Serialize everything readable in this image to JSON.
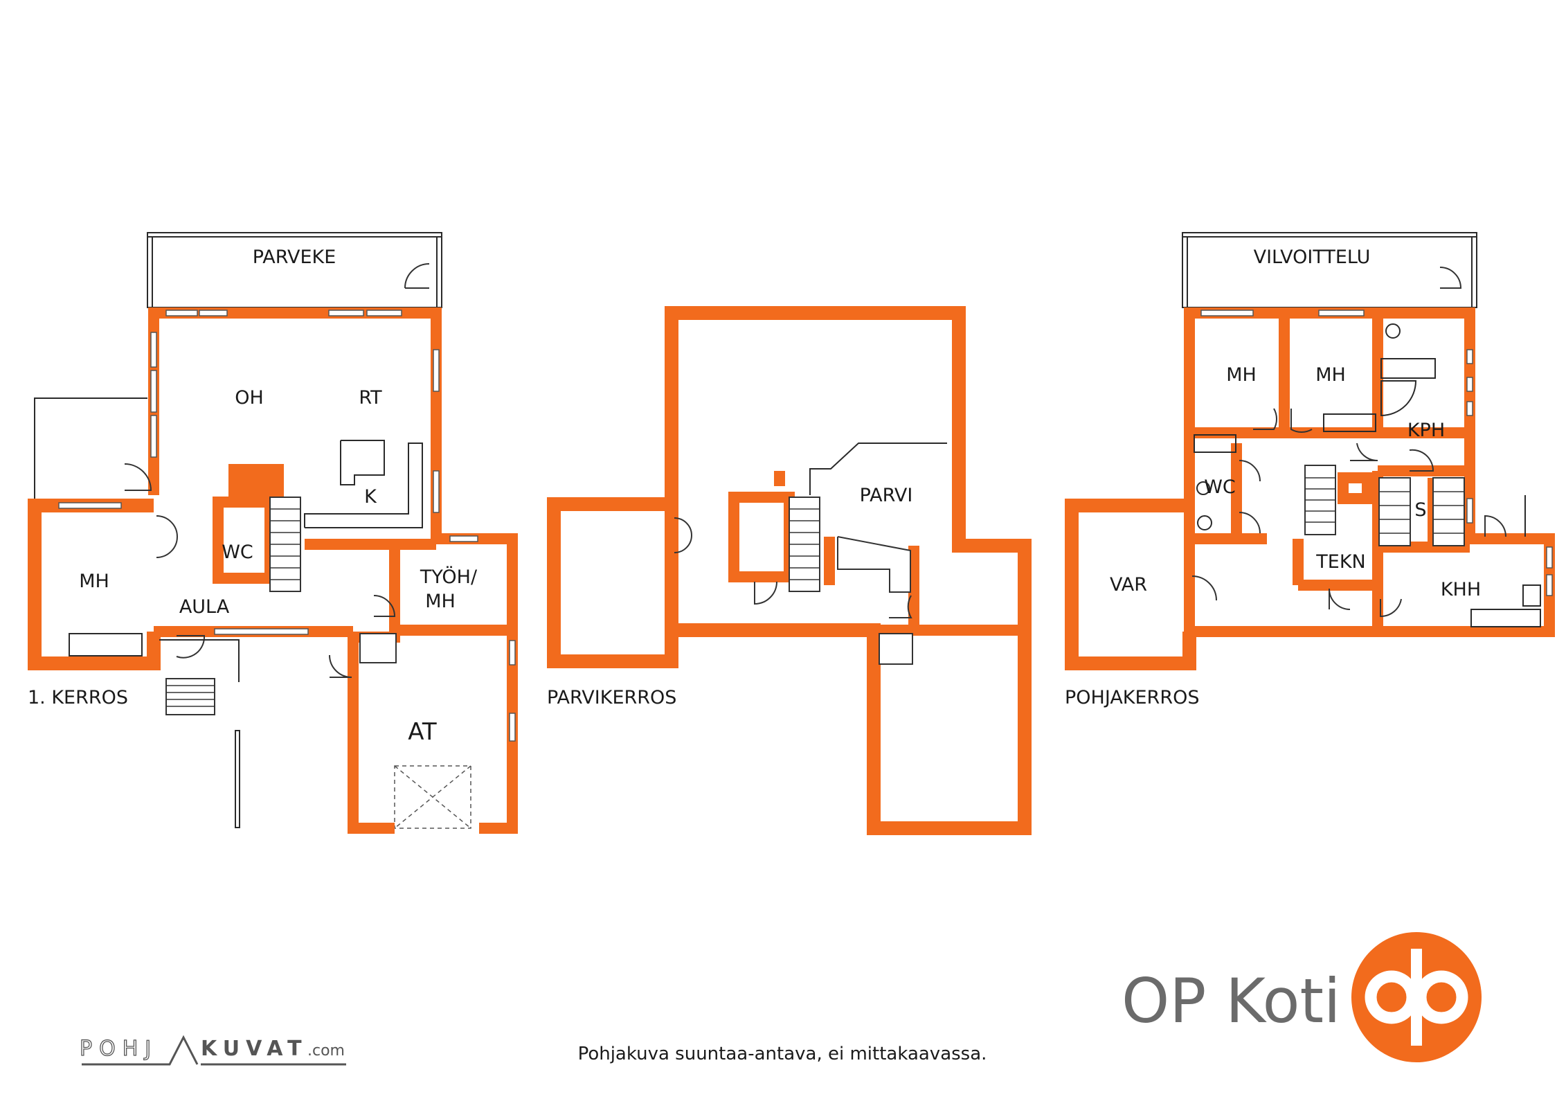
{
  "floors": {
    "first": {
      "caption": "1. KERROS",
      "rooms": {
        "parveke": "PARVEKE",
        "oh": "OH",
        "rt": "RT",
        "k": "K",
        "wc": "WC",
        "mh": "MH",
        "aula": "AULA",
        "tyoh_line1": "TYÖH/",
        "tyoh_line2": "MH",
        "at": "AT"
      }
    },
    "attic": {
      "caption": "PARVIKERROS",
      "rooms": {
        "parvi": "PARVI"
      }
    },
    "basement": {
      "caption": "POHJAKERROS",
      "rooms": {
        "vilvoittelu": "VILVOITTELU",
        "mh1": "MH",
        "mh2": "MH",
        "kph": "KPH",
        "wc": "WC",
        "s": "S",
        "tekn": "TEKN",
        "var": "VAR",
        "khh": "KHH"
      }
    }
  },
  "footer": {
    "disclaimer": "Pohjakuva suuntaa-antava, ei mittakaavassa.",
    "watermark_left": "POHJ",
    "watermark_right": "KUVAT",
    "watermark_suffix": ".com",
    "brand": "OP Koti"
  },
  "colors": {
    "wall": "#f26b1d",
    "logo": "#f26b1d",
    "brand_text": "#6b6b6b",
    "watermark": "#555555"
  },
  "icons": [
    "door-swing-icon",
    "stairs-icon",
    "window-icon",
    "toilet-icon",
    "sink-icon",
    "op-logo-icon"
  ]
}
